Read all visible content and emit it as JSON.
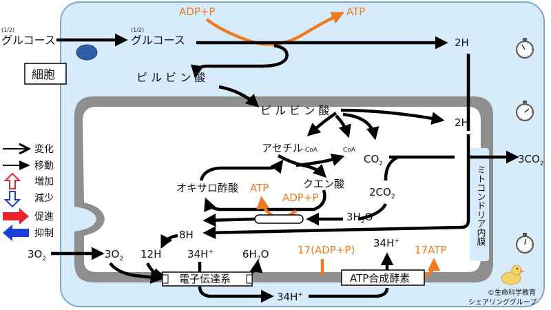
{
  "colors": {
    "cell_fill": "#d6ecfb",
    "cell_stroke": "#7aa7cf",
    "mito_fill": "#ffffff",
    "mito_stroke": "#8e8e8e",
    "arrow_black": "#000000",
    "arrow_orange": "#ef7a22",
    "legend_red": "#e8232a",
    "legend_blue": "#1d3fd6"
  },
  "labels": {
    "adp_p_top": "ADP+P",
    "atp_top": "ATP",
    "half": "(1/2)",
    "glucose_outside": "グルコース",
    "glucose_inside": "グルコース",
    "h2_top": "2H",
    "cell_label": "細胞",
    "pyruvate_cytosol": "ピ ル ビ ン 酸",
    "pyruvate_mito": "ピ ル ビ ン 酸",
    "h2_mito": "2H",
    "acetyl": "アセチル",
    "acetyl_coa_sub": "-CoA",
    "coa": "CoA",
    "co2": "CO",
    "co2_sub": "2",
    "co2_out": "3CO",
    "co2_out_sub": "2",
    "oxaloacetate": "オキサロ酢酸",
    "citrate": "クエン酸",
    "atp_cycle": "ATP",
    "adp_p_cycle": "ADP+P",
    "co2_2": "2CO",
    "co2_2_sub": "2",
    "h2o_3": "3H",
    "h2o_3_sub": "2",
    "h2o_3_end": "O",
    "h8": "8H",
    "o2_out": "3O",
    "o2_out_sub": "2",
    "o2_in": "3O",
    "o2_in_sub": "2",
    "h12": "12H",
    "h34_left": "34H",
    "h34_sup": "+",
    "h2o_6": "6H",
    "h2o_6_sub": "2",
    "h2o_6_end": "O",
    "adp_17": "17(ADP+P)",
    "h34_right": "34H",
    "atp_17": "17ATP",
    "h34_bottom": "34H",
    "etc": "電子伝達系",
    "atp_synthase": "ATP合成酵素",
    "membrane": "ミトコンドリア内膜",
    "credit_line1": "©生命科学教育",
    "credit_line2": "シェアリンググループ"
  },
  "legend": {
    "change": "変化",
    "move": "移動",
    "increase": "増加",
    "decrease": "減少",
    "promote": "促進",
    "inhibit": "抑制"
  },
  "icons": [
    "stopwatch-icon",
    "stopwatch-icon",
    "stopwatch-icon",
    "duck-mascot-icon"
  ]
}
